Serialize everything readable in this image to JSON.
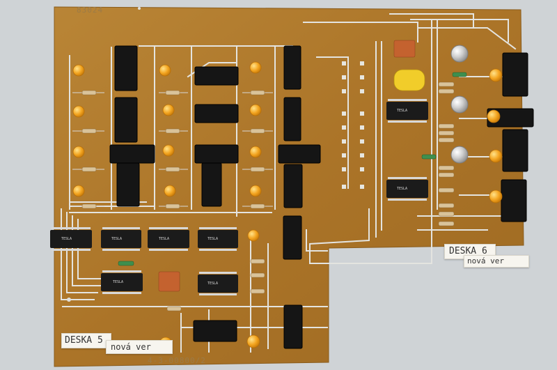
{
  "board": {
    "silkscreen_top": "83024",
    "silkscreen_bottom": "4-3-00800/2",
    "label_primary": "DESKA 5",
    "label_secondary": "nová ver",
    "label_right_primary": "DESKA 6",
    "label_right_secondary": "nová ver",
    "ic_marking": "TESLA"
  },
  "colors": {
    "background": "#cfd3d6",
    "pcb": "#b07a2c",
    "trace": "#e6e7e4",
    "led": "#f2a21c",
    "switch": "#151515"
  }
}
